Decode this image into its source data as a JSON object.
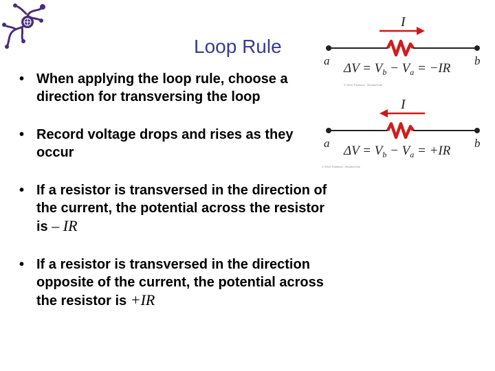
{
  "slide": {
    "title": "Loop Rule",
    "logo_icon": "lizard-logo-icon",
    "bullets": [
      {
        "text": "When applying the loop rule, choose a direction for transversing the loop",
        "suffix": ""
      },
      {
        "text": "Record voltage drops and rises as they occur",
        "suffix": ""
      },
      {
        "text": "If a resistor is transversed in the direction of the current, the potential across the resistor is ",
        "suffix": "– IR"
      },
      {
        "text": "If a resistor is transversed in the direction opposite of the current, the potential across the resistor is ",
        "suffix": "+IR"
      }
    ],
    "bullet_glyph": "•"
  },
  "diagrams": [
    {
      "current_label": "I",
      "current_direction": "right",
      "node_a": "a",
      "node_b": "b",
      "equation_lhs": "ΔV = V",
      "sub_b": "b",
      "minus_v": " − V",
      "sub_a": "a",
      "equation_rhs": " = −IR",
      "caption": "© 2004 Thomson - Brooks/Cole"
    },
    {
      "current_label": "I",
      "current_direction": "left",
      "node_a": "a",
      "node_b": "b",
      "equation_lhs": "ΔV = V",
      "sub_b": "b",
      "minus_v": " − V",
      "sub_a": "a",
      "equation_rhs": " = +IR",
      "caption": "© 2004 Thomson - Brooks/Cole"
    }
  ],
  "colors": {
    "title": "#3b3a8f",
    "resistor": "#cc1f1f",
    "arrow": "#d01818",
    "logo": "#4b2c7a"
  }
}
